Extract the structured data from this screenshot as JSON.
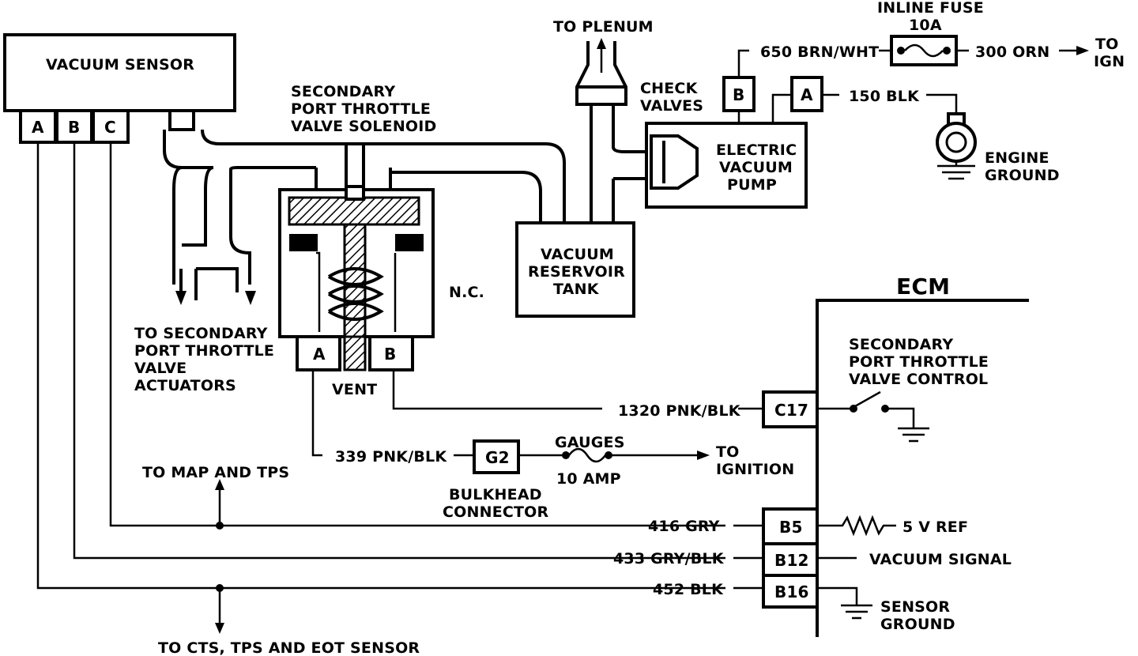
{
  "labels": {
    "vacuum_sensor": "VACUUM SENSOR",
    "vs_pin_a": "A",
    "vs_pin_b": "B",
    "vs_pin_c": "C",
    "solenoid_l1": "SECONDARY",
    "solenoid_l2": "PORT THROTTLE",
    "solenoid_l3": "VALVE SOLENOID",
    "sol_pin_a": "A",
    "sol_pin_b": "B",
    "nc": "N.C.",
    "vent": "VENT",
    "to_secondary_l1": "TO SECONDARY",
    "to_secondary_l2": "PORT THROTTLE",
    "to_secondary_l3": "VALVE",
    "to_secondary_l4": "ACTUATORS",
    "to_plenum": "TO PLENUM",
    "check_valves_l1": "CHECK",
    "check_valves_l2": "VALVES",
    "tank_l1": "VACUUM",
    "tank_l2": "RESERVOIR",
    "tank_l3": "TANK",
    "pump_l1": "ELECTRIC",
    "pump_l2": "VACUUM",
    "pump_l3": "PUMP",
    "pump_pin_b": "B",
    "pump_pin_a": "A",
    "wire_650": "650 BRN/WHT",
    "inline_fuse_l1": "INLINE FUSE",
    "inline_fuse_l2": "10A",
    "wire_300": "300 ORN",
    "to_ign_l1": "TO",
    "to_ign_l2": "IGN",
    "wire_150": "150 BLK",
    "engine_ground_l1": "ENGINE",
    "engine_ground_l2": "GROUND",
    "ecm": "ECM",
    "spt_control_l1": "SECONDARY",
    "spt_control_l2": "PORT THROTTLE",
    "spt_control_l3": "VALVE CONTROL",
    "wire_1320": "1320 PNK/BLK",
    "pin_c17": "C17",
    "wire_339": "339 PNK/BLK",
    "pin_g2": "G2",
    "bulkhead_l1": "BULKHEAD",
    "bulkhead_l2": "CONNECTOR",
    "gauges": "GAUGES",
    "amp10": "10 AMP",
    "to_ignition_l1": "TO",
    "to_ignition_l2": "IGNITION",
    "to_map_tps": "TO MAP AND TPS",
    "wire_416": "416 GRY",
    "pin_b5": "B5",
    "vref": "5 V REF",
    "wire_433": "433 GRY/BLK",
    "pin_b12": "B12",
    "vacuum_signal": "VACUUM SIGNAL",
    "wire_452": "452 BLK",
    "pin_b16": "B16",
    "sensor_ground_l1": "SENSOR",
    "sensor_ground_l2": "GROUND",
    "to_cts": "TO CTS, TPS AND EOT SENSOR"
  }
}
